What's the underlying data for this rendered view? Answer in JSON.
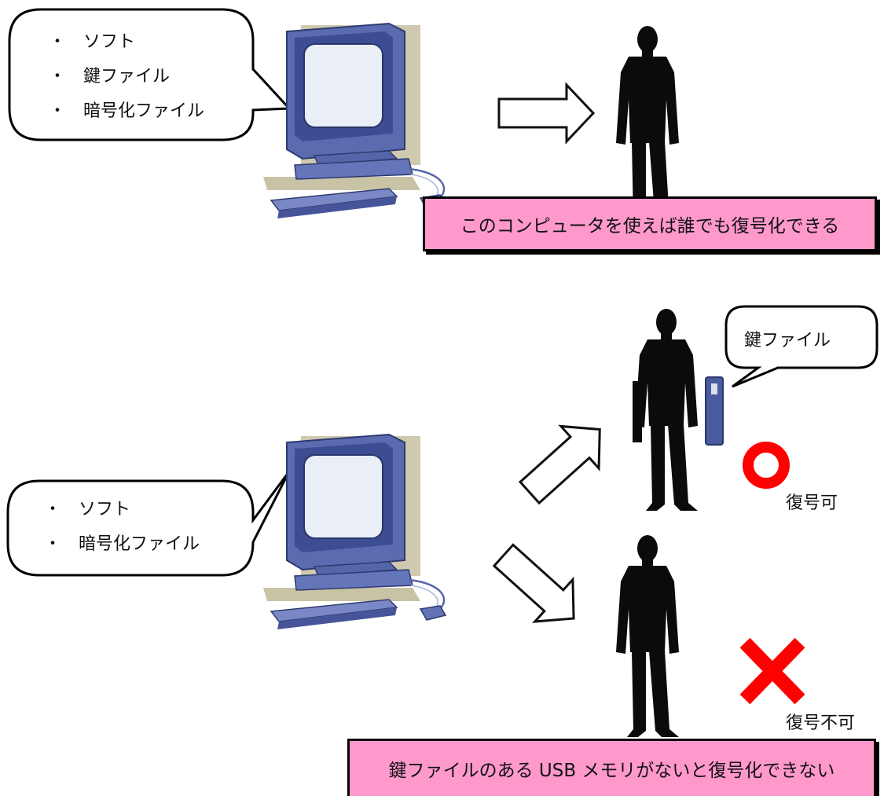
{
  "top_scene": {
    "bubble_items": [
      "ソフト",
      "鍵ファイル",
      "暗号化ファイル"
    ],
    "bullet": "・",
    "note": "このコンピュータを使えば誰でも復号化できる"
  },
  "bottom_scene": {
    "bubble_items": [
      "ソフト",
      "暗号化ファイル"
    ],
    "bullet": "・",
    "key_bubble": "鍵ファイル",
    "ok_label": "復号可",
    "ng_label": "復号不可",
    "note": "鍵ファイルのある USB メモリがないと復号化できない"
  },
  "colors": {
    "note_fill": "#ff99cc",
    "ok_mark": "#ff0000",
    "ng_mark": "#ff0000",
    "monitor": "#5566a8",
    "screen": "#e8eef6"
  },
  "icons": [
    "computer-icon",
    "person-icon",
    "arrow-icon",
    "usb-memory-icon",
    "circle-ok-icon",
    "cross-ng-icon"
  ]
}
